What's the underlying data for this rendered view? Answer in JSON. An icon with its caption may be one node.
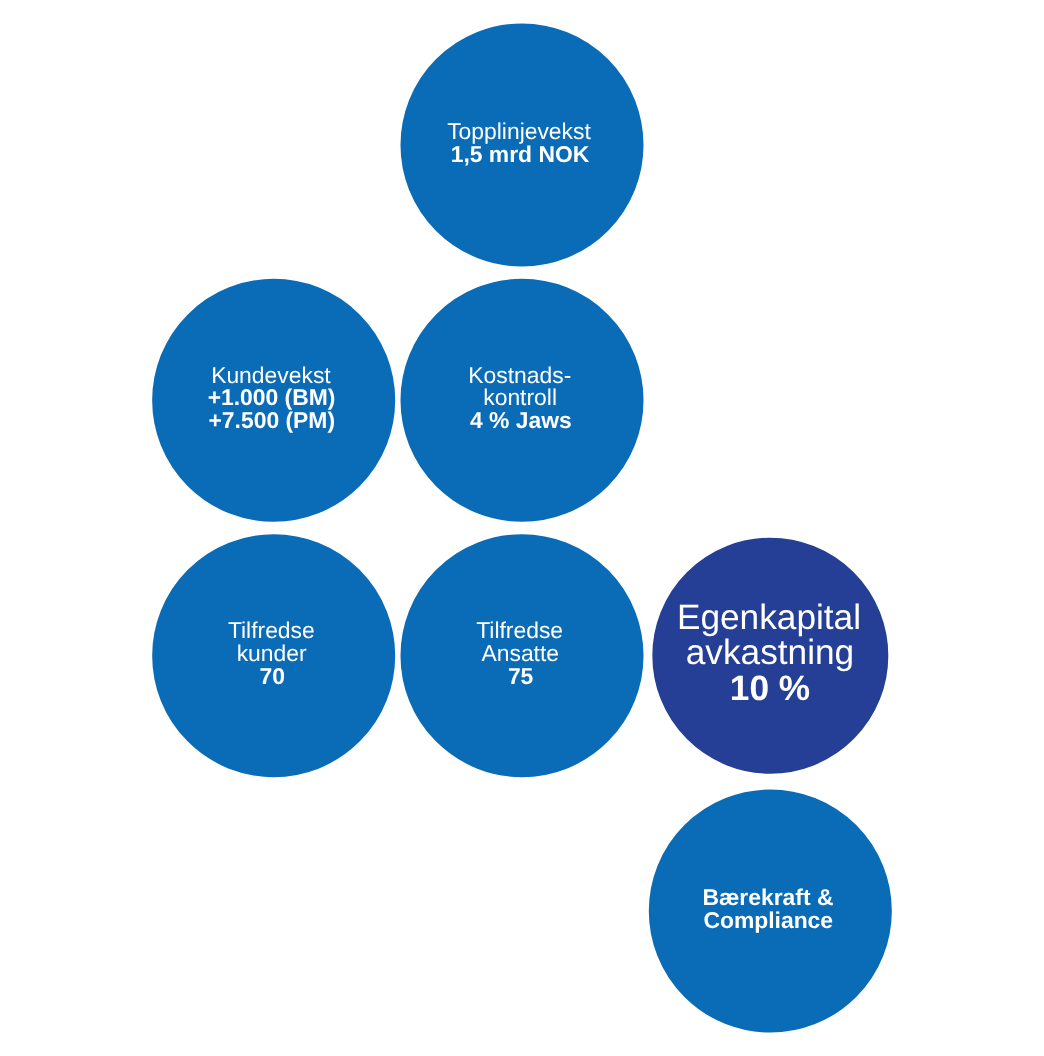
{
  "diagram": {
    "nodes": [
      {
        "text": [
          "Topplinjevekst",
          "1,5 mrd NOK"
        ]
      },
      {
        "text": [
          "Kundevekst",
          "+1.000 (BM) +7.500 (PM)"
        ]
      },
      {
        "text": [
          "Kostnads- kontroll",
          "4 % Jaws"
        ]
      },
      {
        "text": [
          "Egenkapital avkastning",
          "10 %"
        ]
      },
      {
        "text": [
          "Tilfredse kunder",
          "70"
        ]
      },
      {
        "text": [
          "Tilfredse Ansatte",
          "75"
        ]
      },
      {
        "text": [
          "Bærekraft & Compliance"
        ]
      }
    ],
    "edges": []
  }
}
